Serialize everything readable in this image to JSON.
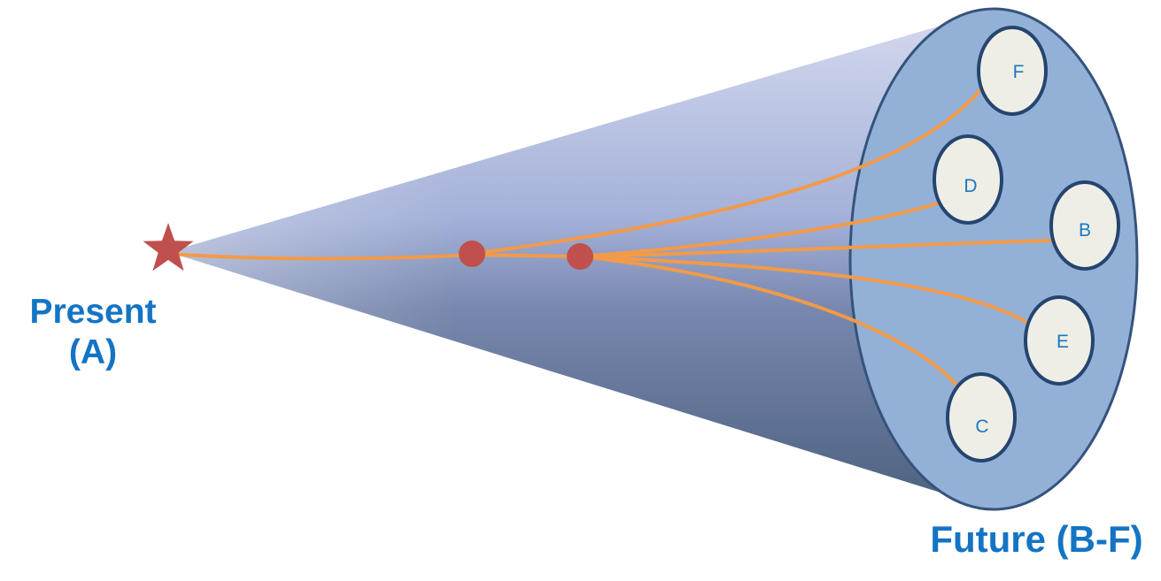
{
  "labels": {
    "present_line1": "Present",
    "present_line2": "(A)",
    "future": "Future (B-F)"
  },
  "outcomes": [
    {
      "id": "F",
      "label": "F"
    },
    {
      "id": "D",
      "label": "D"
    },
    {
      "id": "B",
      "label": "B"
    },
    {
      "id": "E",
      "label": "E"
    },
    {
      "id": "C",
      "label": "C"
    }
  ],
  "colors": {
    "label_blue": "#1474c4",
    "node_text_blue": "#1a78c2",
    "star_red": "#c0504d",
    "branch_point_red": "#c0504d",
    "path_orange": "#f39a48",
    "cone_top": "#d4d9ee",
    "cone_mid": "#a3b0d8",
    "cone_bottom": "#4f6482",
    "cone_end_face": "#93b1d7",
    "cone_outline": "#35537c",
    "node_fill": "#efeee6",
    "node_stroke": "#24456f"
  }
}
